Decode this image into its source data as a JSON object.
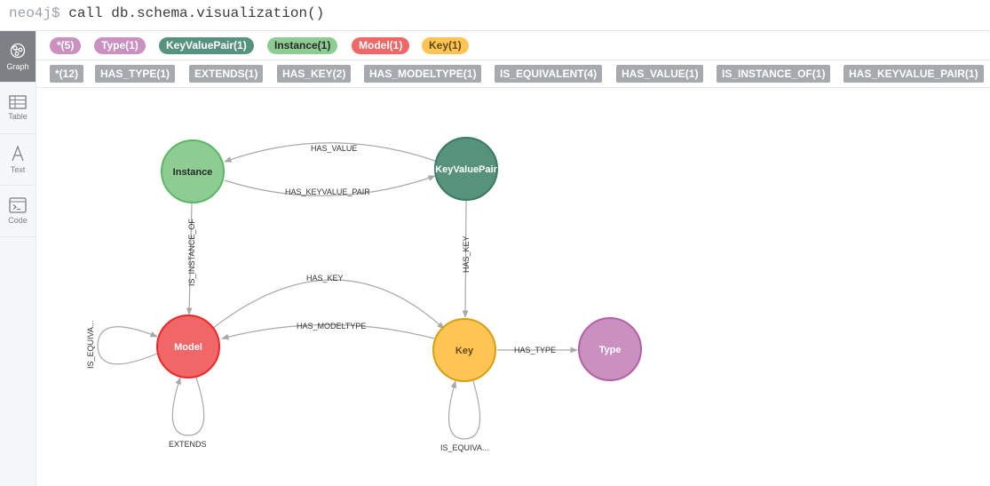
{
  "command": {
    "prompt": "neo4j$",
    "query": "call db.schema.visualization()"
  },
  "sidebar": {
    "items": [
      {
        "label": "Graph"
      },
      {
        "label": "Table"
      },
      {
        "label": "Text"
      },
      {
        "label": "Code"
      }
    ]
  },
  "node_labels": [
    {
      "text": "*(5)",
      "color": "#c990c0",
      "text_color": "#ffffff"
    },
    {
      "text": "Type(1)",
      "color": "#c990c0",
      "text_color": "#ffffff"
    },
    {
      "text": "KeyValuePair(1)",
      "color": "#57927c",
      "text_color": "#ffffff"
    },
    {
      "text": "Instance(1)",
      "color": "#8dcc93",
      "text_color": "#2a2a2a"
    },
    {
      "text": "Model(1)",
      "color": "#f16667",
      "text_color": "#ffffff"
    },
    {
      "text": "Key(1)",
      "color": "#ffc454",
      "text_color": "#604a0e"
    }
  ],
  "relationship_types": [
    {
      "text": "*(12)"
    },
    {
      "text": "HAS_TYPE(1)"
    },
    {
      "text": "EXTENDS(1)"
    },
    {
      "text": "HAS_KEY(2)"
    },
    {
      "text": "HAS_MODELTYPE(1)"
    },
    {
      "text": "IS_EQUIVALENT(4)"
    },
    {
      "text": "HAS_VALUE(1)"
    },
    {
      "text": "IS_INSTANCE_OF(1)"
    },
    {
      "text": "HAS_KEYVALUE_PAIR(1)"
    }
  ],
  "graph": {
    "nodes": {
      "instance": {
        "label": "Instance",
        "color": "#8dcc93",
        "stroke": "#5db665",
        "text_color": "#2a2a2a"
      },
      "kvp": {
        "label": "KeyValuePair",
        "color": "#57927c",
        "stroke": "#3b7a63",
        "text_color": "#ffffff"
      },
      "model": {
        "label": "Model",
        "color": "#f16667",
        "stroke": "#eb2728",
        "text_color": "#ffffff"
      },
      "key": {
        "label": "Key",
        "color": "#ffc454",
        "stroke": "#d7a013",
        "text_color": "#604a0e"
      },
      "type": {
        "label": "Type",
        "color": "#c990c0",
        "stroke": "#b261a5",
        "text_color": "#ffffff"
      }
    },
    "edges": {
      "has_value": "HAS_VALUE",
      "has_kvp": "HAS_KEYVALUE_PAIR",
      "is_instance_of": "IS_INSTANCE_OF",
      "has_key_kvp": "HAS_KEY",
      "has_key_model": "HAS_KEY",
      "has_modeltype": "HAS_MODELTYPE",
      "has_type": "HAS_TYPE",
      "model_equiv": "IS_EQUIVA...",
      "extends": "EXTENDS",
      "key_equiv": "IS_EQUIVA..."
    }
  }
}
